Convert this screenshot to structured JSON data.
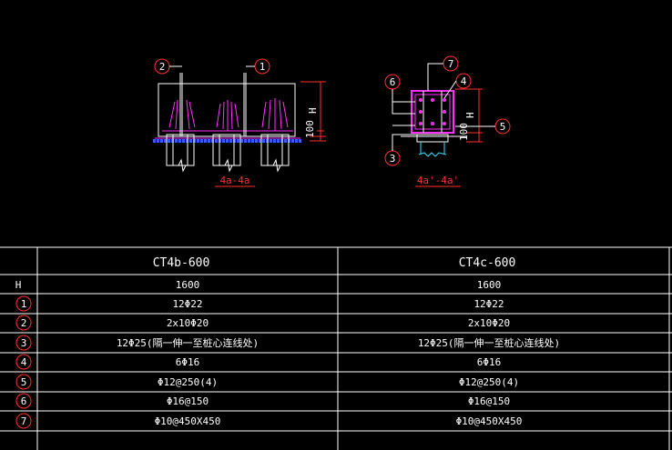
{
  "drawing": {
    "left_section": {
      "caption": "4a-4a",
      "height_label": "H",
      "dim_label": "100",
      "callouts": [
        "2",
        "1"
      ]
    },
    "right_section": {
      "caption": "4a'-4a'",
      "height_label": "H",
      "dim_label": "100",
      "callouts": [
        "7",
        "4",
        "6",
        "5",
        "3"
      ]
    }
  },
  "table": {
    "columns": [
      "CT4b-600",
      "CT4c-600"
    ],
    "rows": [
      {
        "key": "H",
        "circled": false,
        "values": [
          "1600",
          "1600"
        ]
      },
      {
        "key": "1",
        "circled": true,
        "values": [
          "12Φ22",
          "12Φ22"
        ]
      },
      {
        "key": "2",
        "circled": true,
        "values": [
          "2x10Φ20",
          "2x10Φ20"
        ]
      },
      {
        "key": "3",
        "circled": true,
        "values": [
          "12Φ25(隔一伸一至桩心连线处)",
          "12Φ25(隔一伸一至桩心连线处)"
        ]
      },
      {
        "key": "4",
        "circled": true,
        "values": [
          "6Φ16",
          "6Φ16"
        ]
      },
      {
        "key": "5",
        "circled": true,
        "values": [
          "Φ12@250(4)",
          "Φ12@250(4)"
        ]
      },
      {
        "key": "6",
        "circled": true,
        "values": [
          "Φ16@150",
          "Φ16@150"
        ]
      },
      {
        "key": "7",
        "circled": true,
        "values": [
          "Φ10@450X450",
          "Φ10@450X450"
        ]
      }
    ]
  },
  "colors": {
    "background": "#000000",
    "line": "#ffffff",
    "red": "#ff3030",
    "magenta": "#ff30ff",
    "blue": "#3a5cff",
    "cyan": "#30e0ff"
  }
}
